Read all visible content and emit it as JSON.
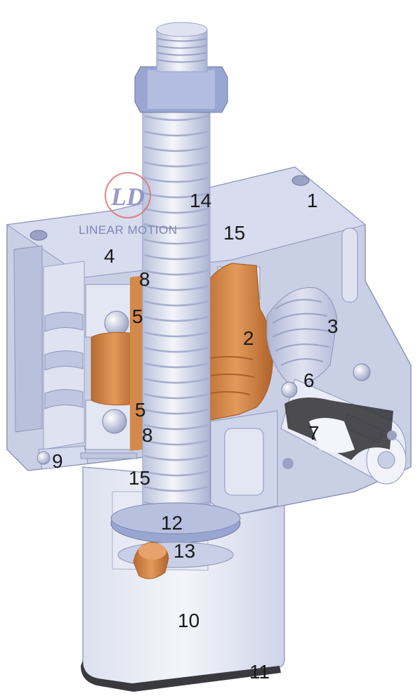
{
  "watermark": {
    "logo_text": "LD",
    "text": "LINEAR MOTION",
    "color": "#7f86b8",
    "ring_color": "#e07070"
  },
  "colors": {
    "steel": "#c9d0e6",
    "steel_dark": "#9aa3c4",
    "steel_light": "#e6e9f4",
    "bronze": "#d4894c",
    "bronze_dark": "#a9602a",
    "seal": "#3a3a3e"
  },
  "callouts": [
    {
      "id": "1",
      "text": "1"
    },
    {
      "id": "2",
      "text": "2"
    },
    {
      "id": "3",
      "text": "3"
    },
    {
      "id": "4",
      "text": "4"
    },
    {
      "id": "5a",
      "text": "5"
    },
    {
      "id": "5b",
      "text": "5"
    },
    {
      "id": "6",
      "text": "6"
    },
    {
      "id": "7",
      "text": "7"
    },
    {
      "id": "8a",
      "text": "8"
    },
    {
      "id": "8b",
      "text": "8"
    },
    {
      "id": "9",
      "text": "9"
    },
    {
      "id": "10",
      "text": "10"
    },
    {
      "id": "11",
      "text": "11"
    },
    {
      "id": "12",
      "text": "12"
    },
    {
      "id": "13",
      "text": "13"
    },
    {
      "id": "14",
      "text": "14"
    },
    {
      "id": "15a",
      "text": "15"
    },
    {
      "id": "15b",
      "text": "15"
    }
  ]
}
